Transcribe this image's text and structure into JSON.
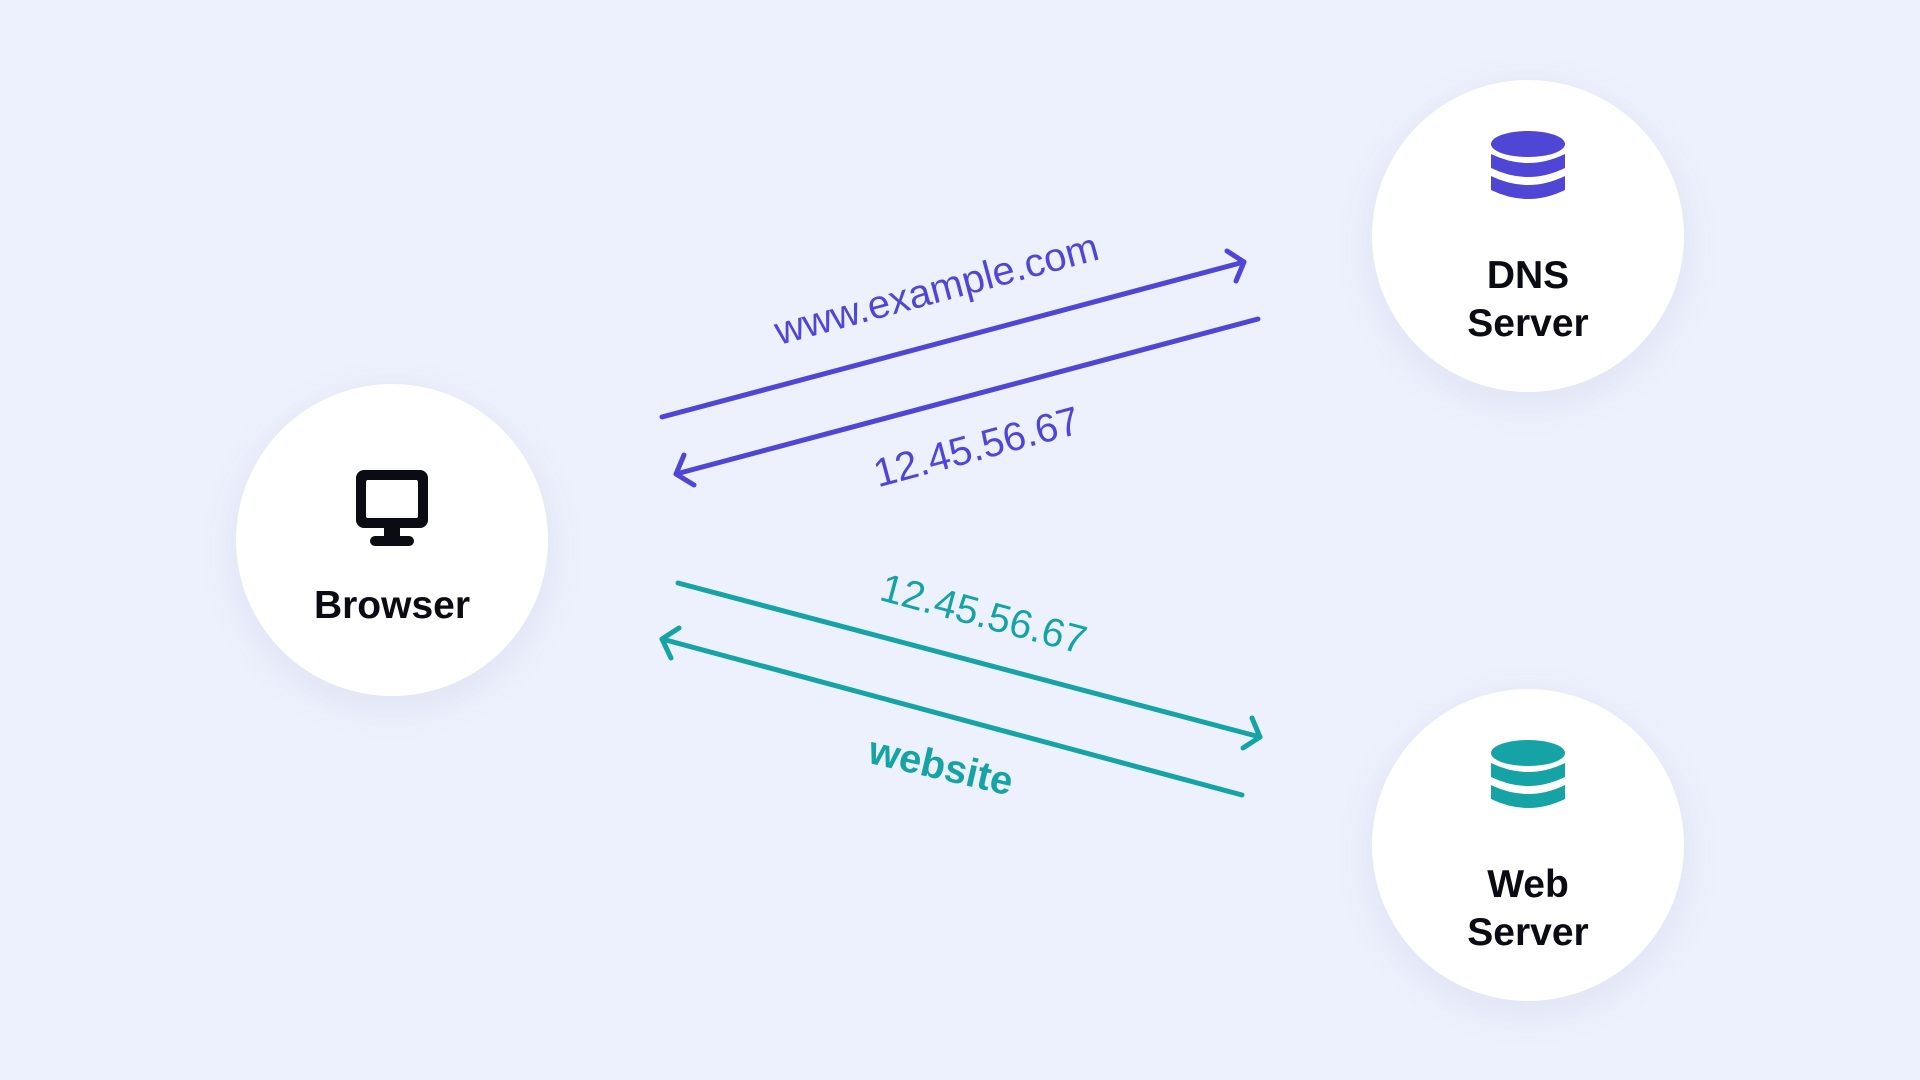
{
  "colors": {
    "background": "#edf1fd",
    "dns_flow": "#4f46d6",
    "web_flow": "#16a3a6",
    "text": "#0b0b14"
  },
  "nodes": {
    "browser": {
      "label": "Browser",
      "icon": "monitor-icon"
    },
    "dns_server": {
      "label_line1": "DNS",
      "label_line2": "Server",
      "icon": "database-icon"
    },
    "web_server": {
      "label_line1": "Web",
      "label_line2": "Server",
      "icon": "database-icon"
    }
  },
  "messages": {
    "dns_request": "www.example.com",
    "dns_response": "12.45.56.67",
    "web_request": "12.45.56.67",
    "web_response": "website"
  }
}
